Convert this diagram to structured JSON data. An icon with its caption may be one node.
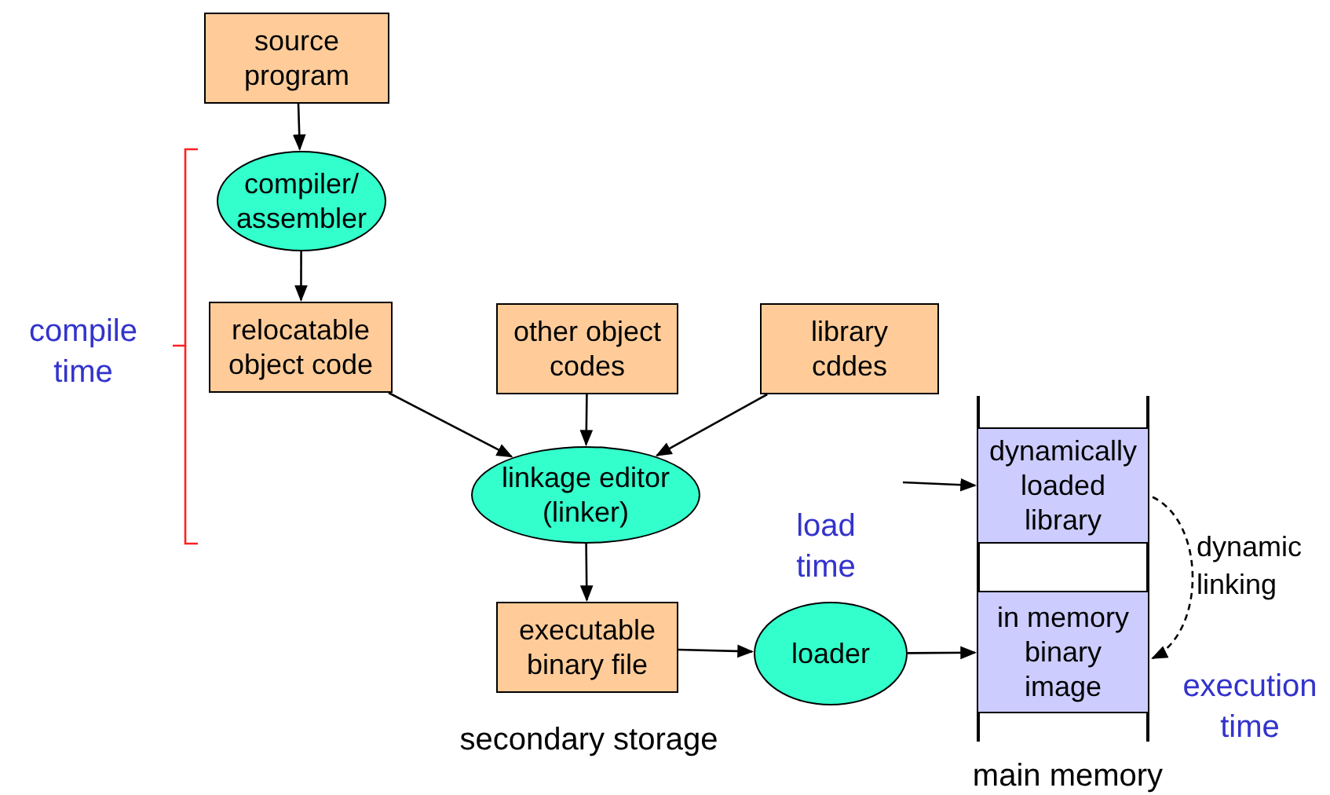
{
  "diagram": {
    "nodes": [
      {
        "text": [
          "source program"
        ]
      },
      {
        "text": [
          "compiler/ assembler"
        ]
      },
      {
        "text": [
          "relocatable object code"
        ]
      },
      {
        "text": [
          "other object codes"
        ]
      },
      {
        "text": [
          "library cddes"
        ]
      },
      {
        "text": [
          "linkage editor (linker)"
        ]
      },
      {
        "text": [
          "executable binary file"
        ]
      },
      {
        "text": [
          "loader"
        ]
      },
      {
        "text": [
          "dynamically loaded library"
        ]
      },
      {
        "text": [
          "in memory binary image"
        ]
      }
    ],
    "edges": [
      {
        "from": 0,
        "to": 1,
        "arrow": "to"
      },
      {
        "from": 1,
        "to": 2,
        "arrow": "to"
      },
      {
        "from": 2,
        "to": 5,
        "arrow": "to"
      },
      {
        "from": 3,
        "to": 5,
        "arrow": "to"
      },
      {
        "from": 4,
        "to": 5,
        "arrow": "to"
      },
      {
        "from": 5,
        "to": 6,
        "arrow": "to"
      },
      {
        "from": 6,
        "to": 7,
        "arrow": "to"
      },
      {
        "from": 7,
        "to": 9,
        "arrow": "to"
      },
      {
        "from": null,
        "to": 8,
        "arrow": "to"
      },
      {
        "from": 8,
        "to": 9,
        "arrow": "to",
        "label": "dynamic linking",
        "style": "dashed"
      }
    ],
    "labels": [
      "compile time",
      "load time",
      "execution time",
      "secondary storage",
      "main memory"
    ]
  }
}
